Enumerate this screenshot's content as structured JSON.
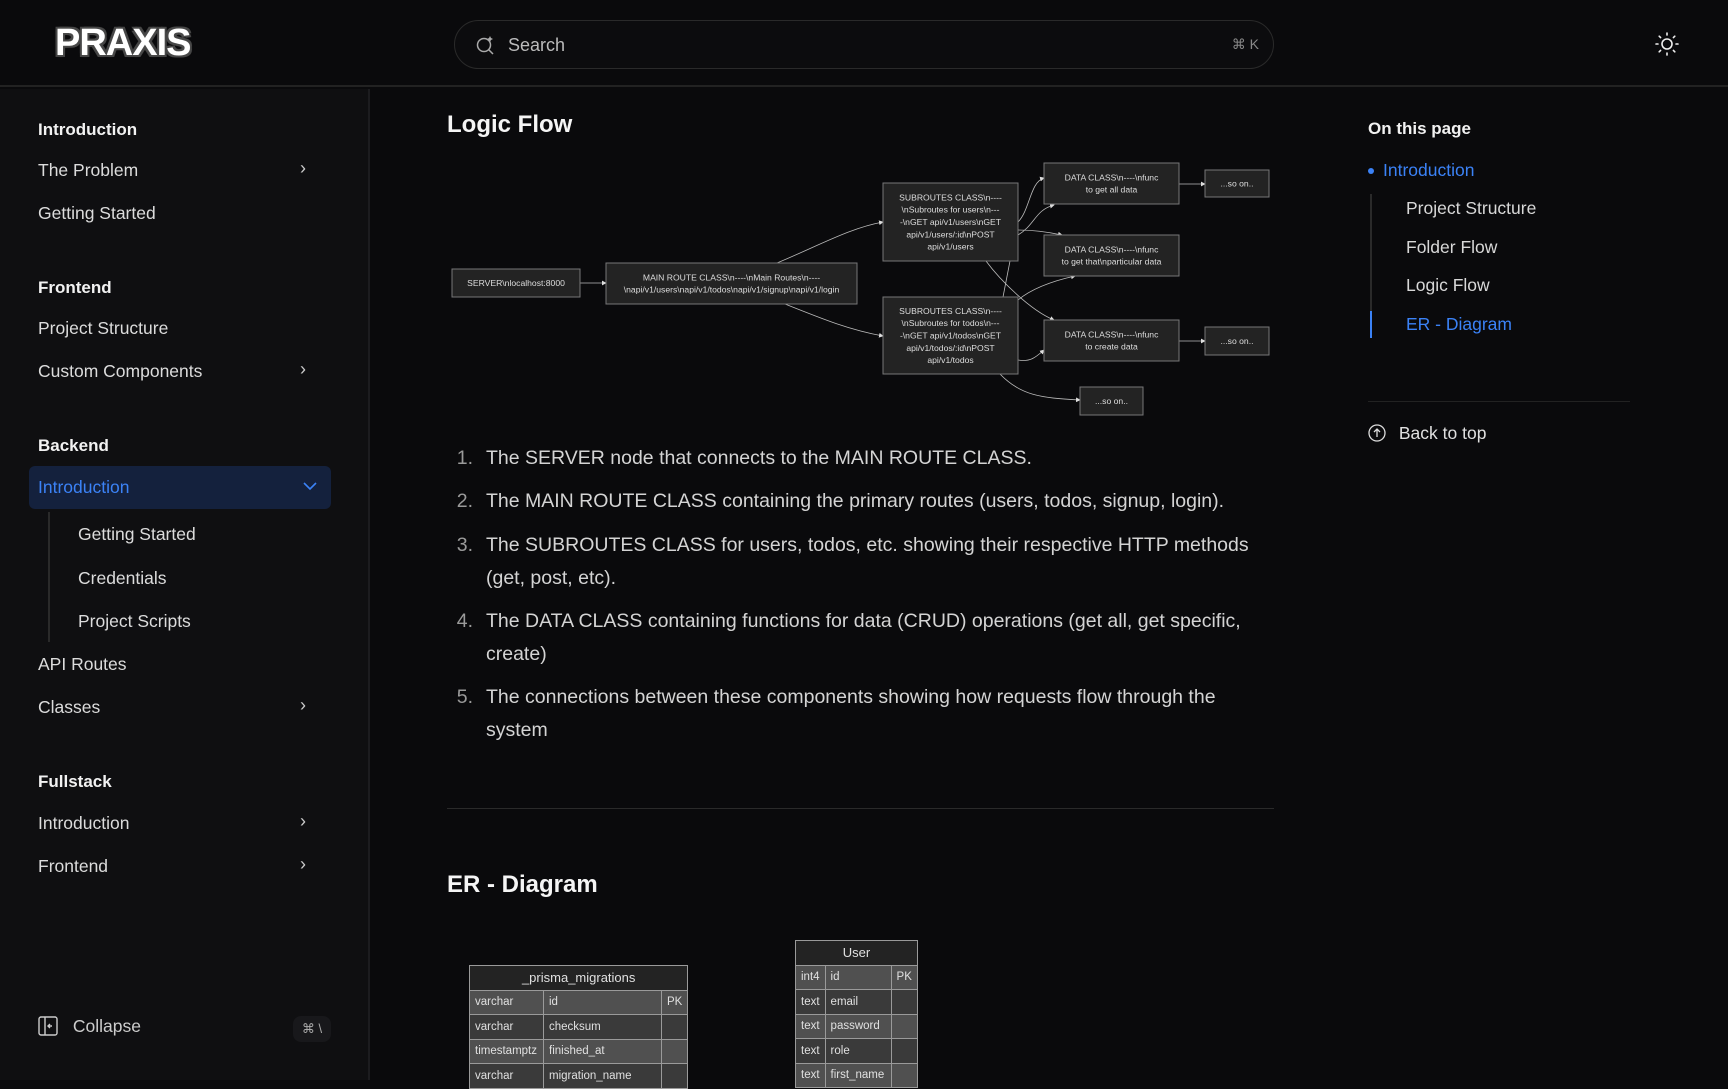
{
  "header": {
    "logo": "PRAXIS",
    "search_placeholder": "Search",
    "search_shortcut": "⌘ K",
    "theme_icon": "sun-icon"
  },
  "sidebar": {
    "sections": [
      {
        "title": "Introduction",
        "items": [
          {
            "label": "The Problem",
            "expandable": true
          },
          {
            "label": "Getting Started"
          }
        ]
      },
      {
        "title": "Frontend",
        "items": [
          {
            "label": "Project Structure"
          },
          {
            "label": "Custom Components",
            "expandable": true
          }
        ]
      },
      {
        "title": "Backend",
        "items": [
          {
            "label": "Introduction",
            "active": true,
            "expanded": true,
            "children": [
              "Getting Started",
              "Credentials",
              "Project Scripts"
            ]
          },
          {
            "label": "API Routes"
          },
          {
            "label": "Classes",
            "expandable": true
          }
        ]
      },
      {
        "title": "Fullstack",
        "items": [
          {
            "label": "Introduction",
            "expandable": true
          },
          {
            "label": "Frontend",
            "expandable": true
          }
        ]
      }
    ],
    "collapse_label": "Collapse",
    "collapse_shortcut": "⌘ \\"
  },
  "main": {
    "logic_flow": {
      "title": "Logic Flow",
      "nodes": [
        {
          "id": "server",
          "lines": [
            "SERVER\\nlocalhost:8000"
          ]
        },
        {
          "id": "main",
          "lines": [
            "MAIN ROUTE CLASS\\n----\\nMain Routes\\n----",
            "\\napi/v1/users\\napi/v1/todos\\napi/v1/signup\\napi/v1/login"
          ]
        },
        {
          "id": "sub_users",
          "lines": [
            "SUBROUTES CLASS\\n----",
            "\\nSubroutes for users\\n---",
            "-\\nGET api/v1/users\\nGET",
            "api/v1/users/:id\\nPOST",
            "api/v1/users"
          ]
        },
        {
          "id": "sub_todos",
          "lines": [
            "SUBROUTES CLASS\\n----",
            "\\nSubroutes for todos\\n---",
            "-\\nGET api/v1/todos\\nGET",
            "api/v1/todos/:id\\nPOST",
            "api/v1/todos"
          ]
        },
        {
          "id": "data1",
          "lines": [
            "DATA CLASS\\n----\\nfunc",
            "to get all data"
          ]
        },
        {
          "id": "data2",
          "lines": [
            "DATA CLASS\\n----\\nfunc",
            "to get that\\nparticular data"
          ]
        },
        {
          "id": "data3",
          "lines": [
            "DATA CLASS\\n----\\nfunc",
            "to create data"
          ]
        },
        {
          "id": "soon1",
          "lines": [
            "...so on.."
          ]
        },
        {
          "id": "soon2",
          "lines": [
            "...so on.."
          ]
        },
        {
          "id": "soon3",
          "lines": [
            "...so on.."
          ]
        }
      ],
      "list": [
        {
          "n": "1.",
          "text": "The SERVER node that connects to the MAIN ROUTE CLASS."
        },
        {
          "n": "2.",
          "text": "The MAIN ROUTE CLASS containing the primary routes (users, todos, signup, login)."
        },
        {
          "n": "3.",
          "text": "The SUBROUTES CLASS for users, todos, etc. showing their respective HTTP methods (get, post, etc)."
        },
        {
          "n": "4.",
          "text": "The DATA CLASS containing functions for data (CRUD) operations (get all, get specific, create)"
        },
        {
          "n": "5.",
          "text": "The connections between these components showing how requests flow through the system"
        }
      ]
    },
    "er": {
      "title": "ER - Diagram",
      "tables": [
        {
          "name": "_prisma_migrations",
          "rows": [
            [
              "varchar",
              "id",
              "PK"
            ],
            [
              "varchar",
              "checksum",
              ""
            ],
            [
              "timestamptz",
              "finished_at",
              ""
            ],
            [
              "varchar",
              "migration_name",
              ""
            ]
          ]
        },
        {
          "name": "User",
          "rows": [
            [
              "int4",
              "id",
              "PK"
            ],
            [
              "text",
              "email",
              ""
            ],
            [
              "text",
              "password",
              ""
            ],
            [
              "text",
              "role",
              ""
            ],
            [
              "text",
              "first_name",
              ""
            ]
          ]
        }
      ]
    }
  },
  "toc": {
    "title": "On this page",
    "items": [
      "Introduction",
      "Project Structure",
      "Folder Flow",
      "Logic Flow",
      "ER - Diagram"
    ],
    "active": [
      "Introduction",
      "ER - Diagram"
    ],
    "back_to_top": "Back to top"
  },
  "colors": {
    "accent": "#3b82f6",
    "active_bg": "#14213d"
  }
}
